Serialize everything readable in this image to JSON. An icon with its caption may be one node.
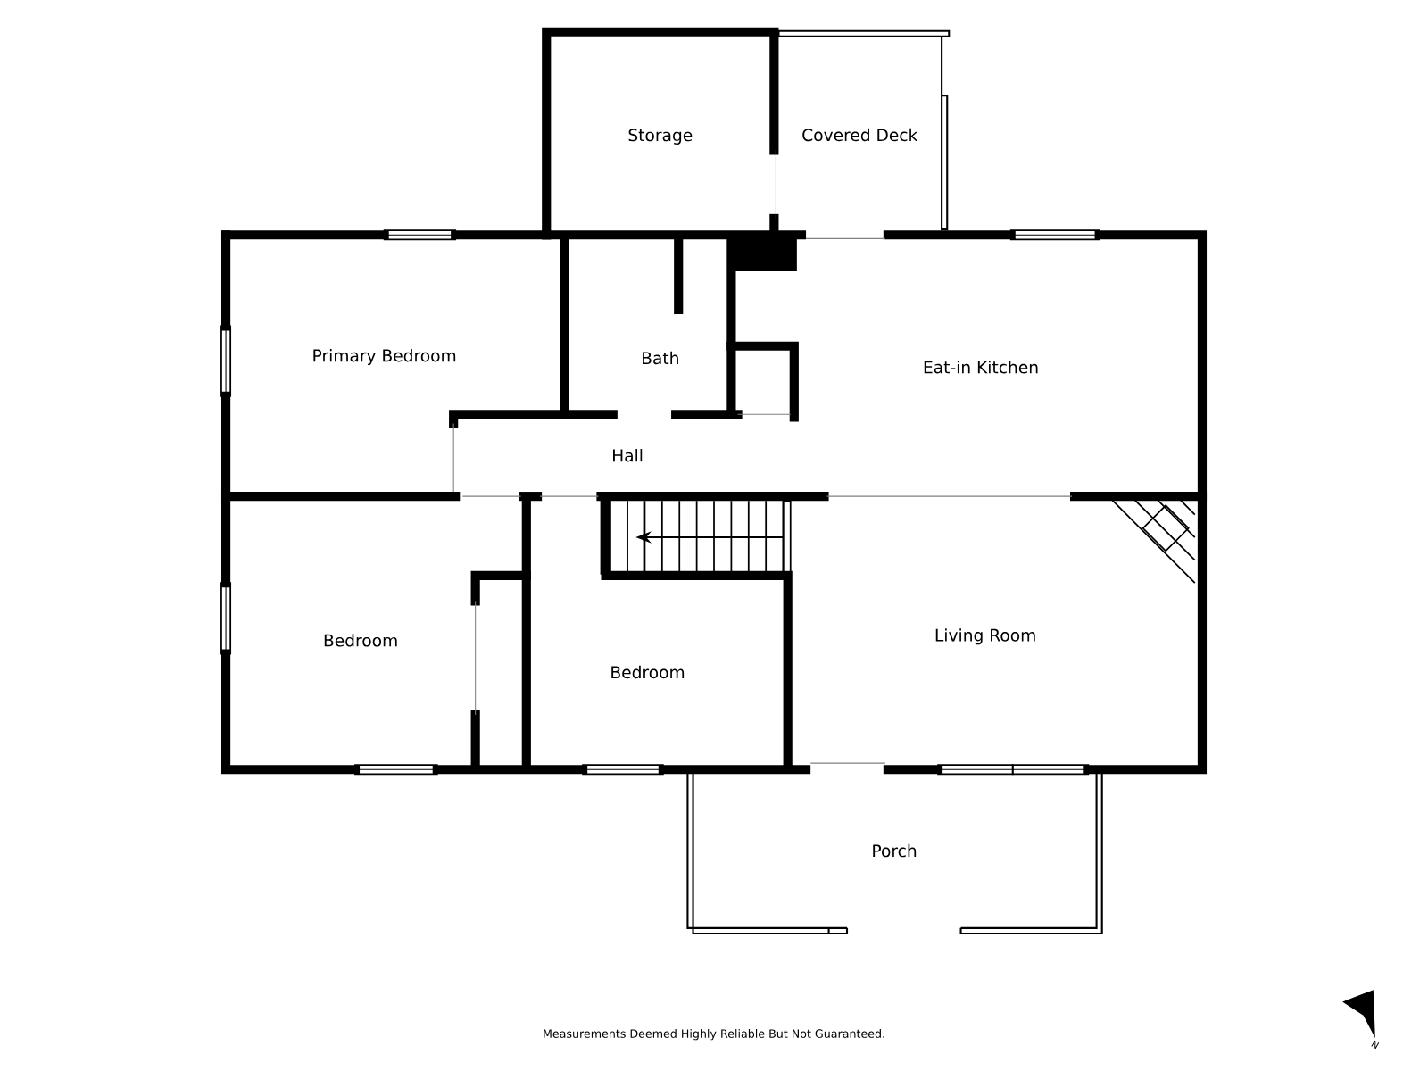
{
  "diagram": {
    "labels": [
      "Storage",
      "Covered Deck",
      "Primary Bedroom",
      "Bath",
      "Eat-in Kitchen",
      "Hall",
      "Bedroom",
      "Bedroom",
      "Living Room",
      "Porch",
      "Measurements Deemed Highly Reliable But Not Guaranteed.",
      "N"
    ]
  }
}
